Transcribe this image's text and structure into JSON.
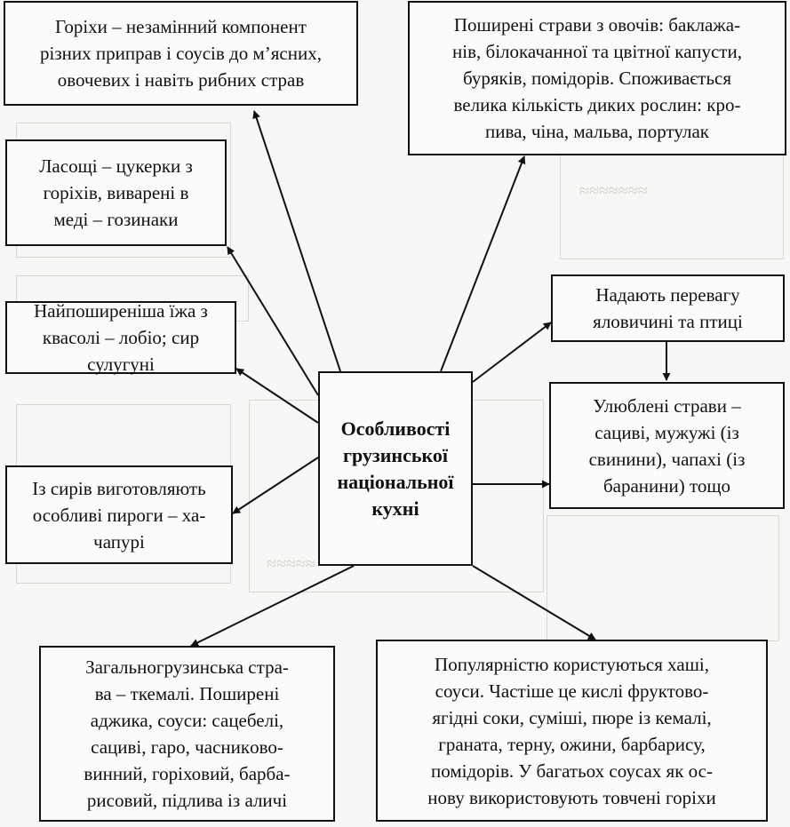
{
  "center": {
    "lines": [
      "Особливості",
      "грузинської",
      "національної",
      "кухні"
    ]
  },
  "boxes": {
    "top_left": [
      "Горіхи – незамінний компонент",
      "різних приправ і соусів до м’ясних,",
      "овочевих і навіть рибних страв"
    ],
    "top_right": [
      "Поширені страви з овочів: баклажа-",
      "нів, білокачанної та цвітної капусти,",
      "буряків, помідорів. Споживається",
      "велика кількість диких рослин: кро-",
      "пива, чіна, мальва, портулак"
    ],
    "sweets": [
      "Ласощі – цукерки з",
      "горіхів, виварені в",
      "меді – гозинаки"
    ],
    "beans": [
      "Найпоширеніша їжа з",
      "квасолі – лобіо; сир",
      "сулугуні"
    ],
    "cheese_pies": [
      "Із сирів виготовляють",
      "особливі пироги – ха-",
      "чапурі"
    ],
    "meat_pref": [
      "Надають перевагу",
      "яловичині та птиці"
    ],
    "favorite": [
      "Улюблені страви –",
      "сациві, мужужі (із",
      "свинини), чапахі (із",
      "баранини) тощо"
    ],
    "bottom_left": [
      "Загальногрузинська стра-",
      "ва – ткемалі. Поширені",
      "аджика, соуси: сацебелі,",
      "сациві, гаро, часникoво-",
      "винний, горіховий, барба-",
      "рисовий, підлива із аличі"
    ],
    "bottom_right": [
      "Популярністю користуються хаші,",
      "соуси. Частіше це кислі фруктово-",
      "ягідні соки, суміші, пюре із кемалі,",
      "граната, терну, ожини, барбарису,",
      "помідорів. У багатьох соусах як ос-",
      "нову використовують товчені горіхи"
    ]
  }
}
